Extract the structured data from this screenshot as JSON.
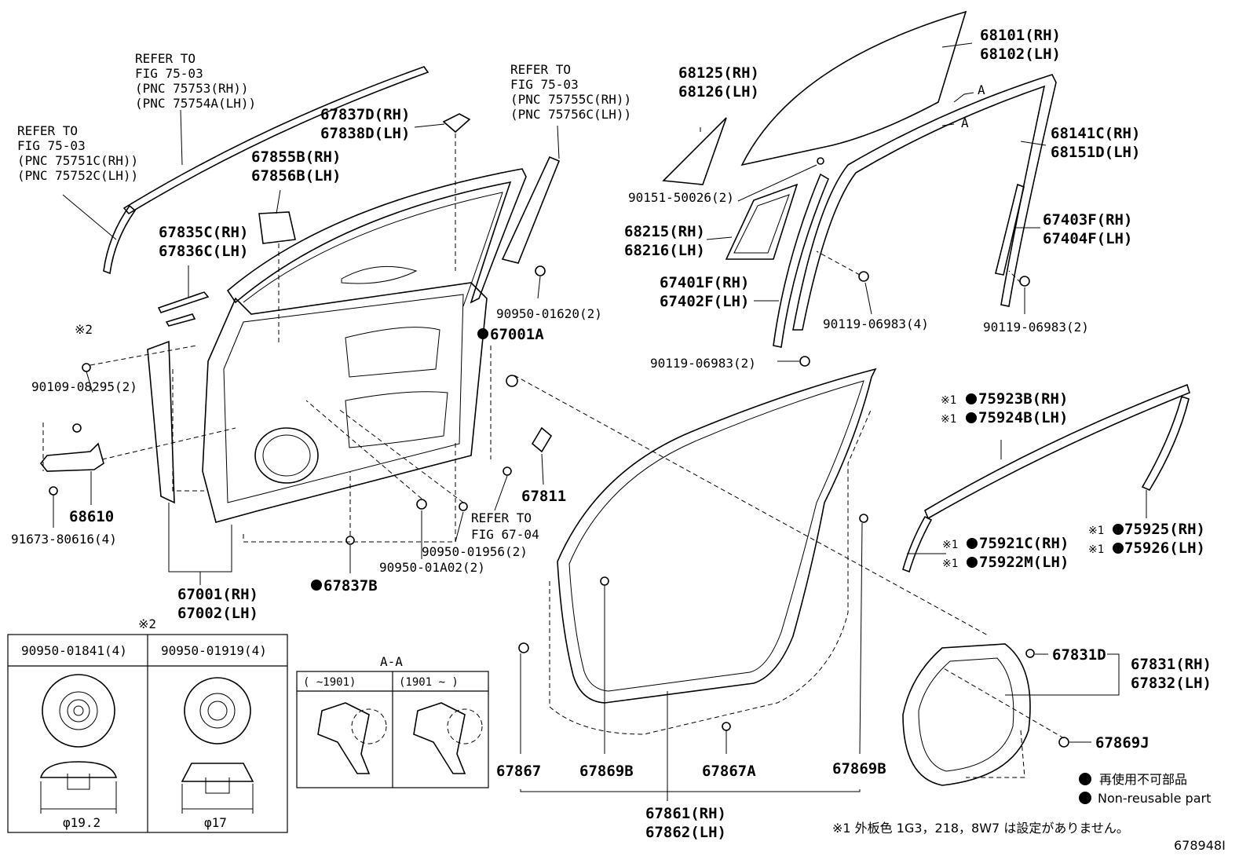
{
  "diagram": {
    "labels": {
      "refer_75753": [
        "REFER TO",
        "FIG 75-03",
        "(PNC 75753(RH))",
        "(PNC 75754A(LH))"
      ],
      "refer_75751": [
        "REFER TO",
        "FIG 75-03",
        "(PNC 75751C(RH))",
        "(PNC 75752C(LH))"
      ],
      "refer_75755": [
        "REFER TO",
        "FIG 75-03",
        "(PNC 75755C(RH))",
        "(PNC 75756C(LH))"
      ],
      "p67837d": [
        "67837D(RH)",
        "67838D(LH)"
      ],
      "p67855b": [
        "67855B(RH)",
        "67856B(LH)"
      ],
      "p67835c": [
        "67835C(RH)",
        "67836C(LH)"
      ],
      "p68125": [
        "68125(RH)",
        "68126(LH)"
      ],
      "p68101": [
        "68101(RH)",
        "68102(LH)"
      ],
      "p68141c": [
        "68141C(RH)",
        "68151D(LH)"
      ],
      "p90151": "90151-50026(2)",
      "p68215": [
        "68215(RH)",
        "68216(LH)"
      ],
      "p67403f": [
        "67403F(RH)",
        "67404F(LH)"
      ],
      "p67401f": [
        "67401F(RH)",
        "67402F(LH)"
      ],
      "p90119_4": "90119-06983(4)",
      "p90119_2a": "90119-06983(2)",
      "p90119_2b": "90119-06983(2)",
      "p90950_01620": "90950-01620(2)",
      "p67001a": "67001A",
      "mark2": "※2",
      "p90109": "90109-08295(2)",
      "p68610": "68610",
      "p91673": "91673-80616(4)",
      "p67811": "67811",
      "refer_67_04": [
        "REFER TO",
        "FIG 67-04"
      ],
      "p90950_01956": "90950-01956(2)",
      "p90950_01a02": "90950-01A02(2)",
      "p67837b": "67837B",
      "p67001": [
        "67001(RH)",
        "67002(LH)"
      ],
      "p75923b": [
        "75923B(RH)",
        "75924B(LH)"
      ],
      "p75925": [
        "75925(RH)",
        "75926(LH)"
      ],
      "p75921c": [
        "75921C(RH)",
        "75922M(LH)"
      ],
      "mark1": "※1",
      "p67831d": "67831D",
      "p67831": [
        "67831(RH)",
        "67832(LH)"
      ],
      "p67869j": "67869J",
      "p67867": "67867",
      "p67869b_a": "67869B",
      "p67867a": "67867A",
      "p67869b_b": "67869B",
      "p67861": [
        "67861(RH)",
        "67862(LH)"
      ],
      "arrow_a1": "A",
      "arrow_a2": "A"
    },
    "detail_table": {
      "mark": "※2",
      "col1_header": "90950-01841(4)",
      "col2_header": "90950-01919(4)",
      "col1_dim": "φ19.2",
      "col2_dim": "φ17"
    },
    "section_aa": {
      "title": "A-A",
      "col1": "(     ~1901)",
      "col2": "(1901 ~      )"
    },
    "legend": {
      "line1": "再使用不可部品",
      "line2": "Non-reusable part",
      "note": "※1 外板色 1G3，218，8W7 は設定がありません。",
      "diagram_id": "678948I"
    }
  }
}
